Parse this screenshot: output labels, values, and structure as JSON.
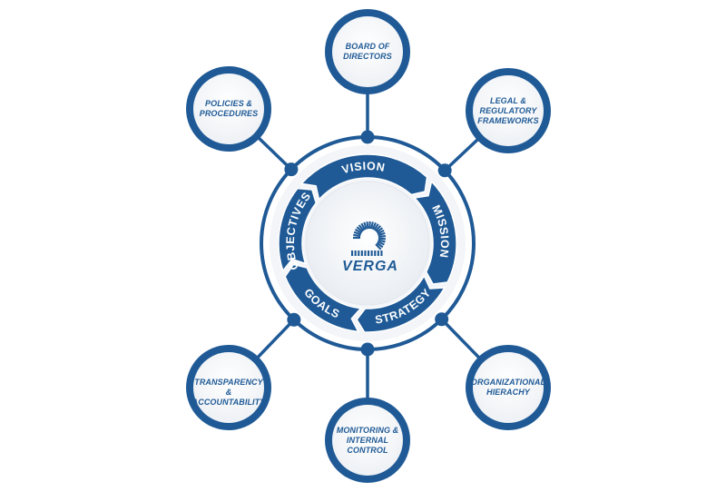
{
  "colors": {
    "primary": "#1f5a96",
    "accent": "#2b6cb0",
    "ring_light": "#f3f5f8",
    "white": "#ffffff"
  },
  "center": {
    "logo_text": "VERGA",
    "logo_icon": "arc-of-bars-logo-icon"
  },
  "cycle": {
    "segments": [
      {
        "label": "VISION"
      },
      {
        "label": "MISSION"
      },
      {
        "label": "STRATEGY"
      },
      {
        "label": "GOALS"
      },
      {
        "label": "OBJECTIVES"
      }
    ]
  },
  "nodes": [
    {
      "lines": [
        "BOARD OF",
        "DIRECTORS"
      ]
    },
    {
      "lines": [
        "LEGAL &",
        "REGULATORY",
        "FRAMEWORKS"
      ]
    },
    {
      "lines": [
        "ORGANIZATIONAL",
        "HIERACHY"
      ]
    },
    {
      "lines": [
        "MONITORING &",
        "INTERNAL",
        "CONTROL"
      ]
    },
    {
      "lines": [
        "TRANSPARENCY &",
        "ACCOUNTABILITY"
      ]
    },
    {
      "lines": [
        "POLICIES &",
        "PROCEDURES"
      ]
    }
  ]
}
